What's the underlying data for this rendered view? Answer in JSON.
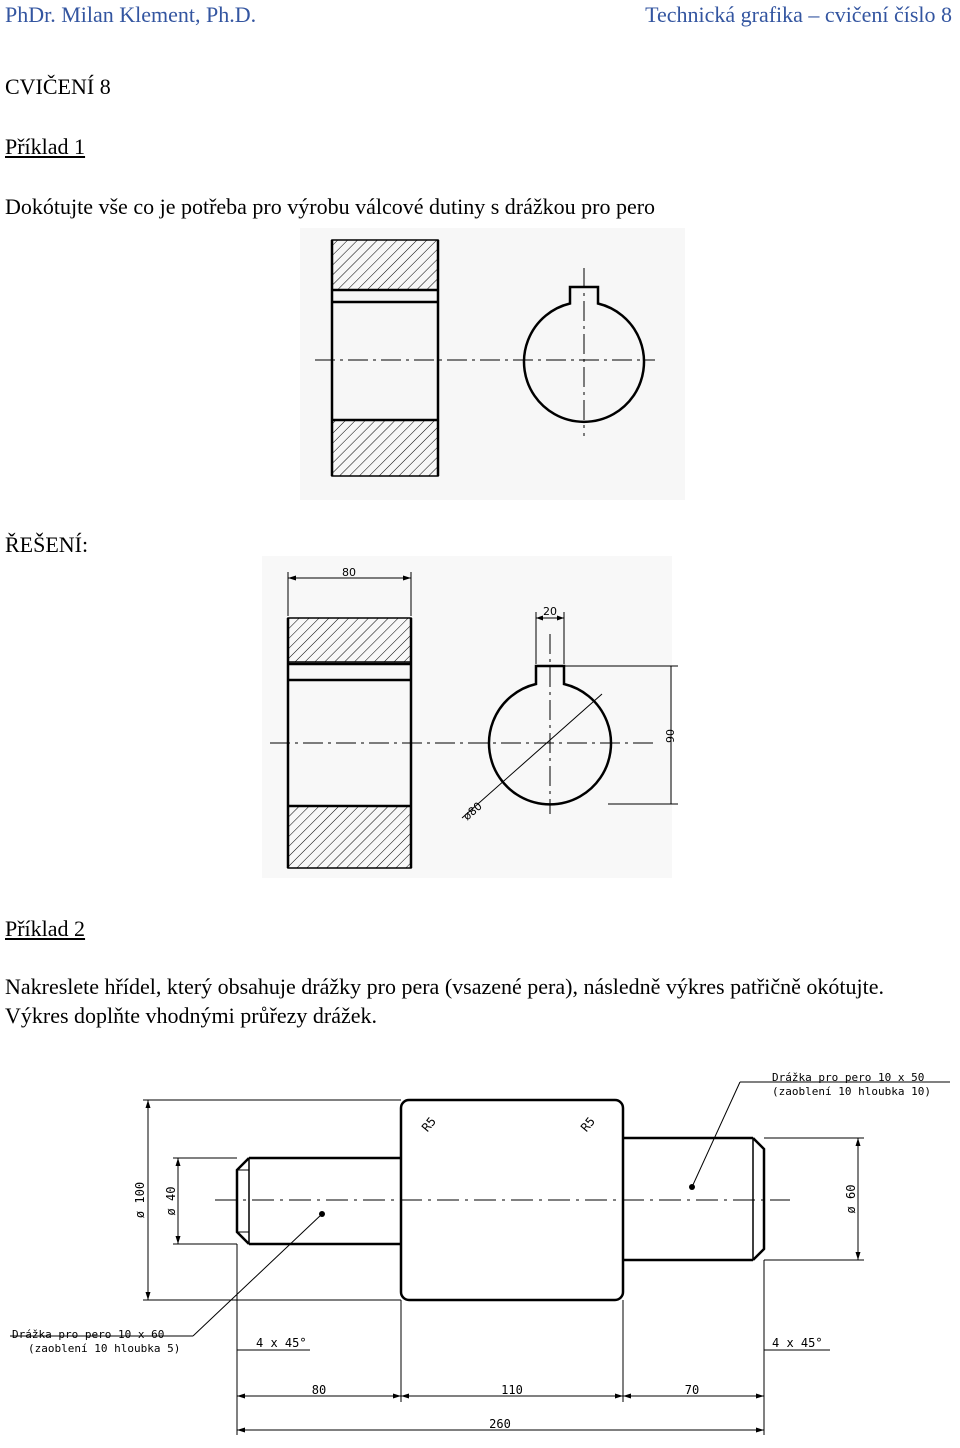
{
  "header": {
    "left": "PhDr. Milan Klement, Ph.D.",
    "right": "Technická grafika – cvičení číslo 8"
  },
  "title": "CVIČENÍ 8",
  "example1": {
    "heading": "Příklad 1",
    "task": "Dokótujte vše co je potřeba pro výrobu válcové dutiny s drážkou pro pero"
  },
  "solution_label": "ŘEŠENÍ:",
  "solution_dims": {
    "width": "80",
    "key_width": "20",
    "depth": "90",
    "diameter": "ø80"
  },
  "example2": {
    "heading": "Příklad 2",
    "task": "Nakreslete hřídel, který obsahuje drážky pro pera (vsazené pera), následně výkres patřičně okótujte. Výkres doplňte vhodnými průřezy drážek."
  },
  "shaft": {
    "d100": "ø 100",
    "d40": "ø 40",
    "d60": "ø 60",
    "r5a": "R5",
    "r5b": "R5",
    "keyway_right_1": "Drážka pro pero 10 x 50",
    "keyway_right_2": "(zaoblení 10 hloubka 10)",
    "keyway_left_1": "Drážka pro pero 10 x 60",
    "keyway_left_2": "(zaoblení 10 hloubka 5)",
    "chamfer_left": "4 x 45°",
    "chamfer_right": "4 x 45°",
    "len_80": "80",
    "len_110": "110",
    "len_70": "70",
    "len_260": "260"
  }
}
